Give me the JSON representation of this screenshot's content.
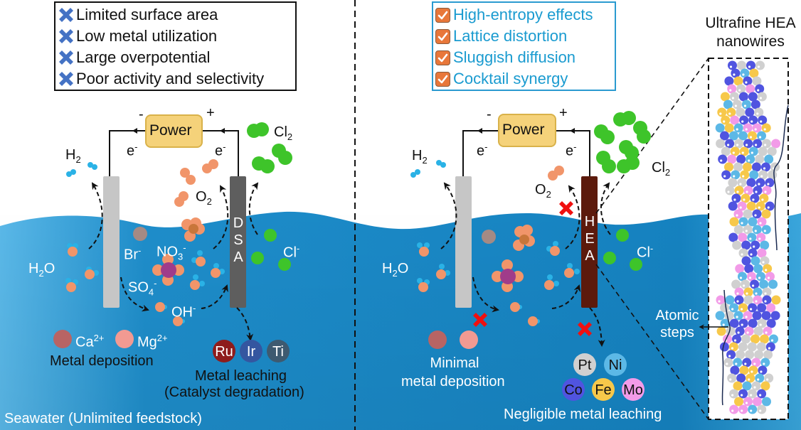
{
  "colors": {
    "water_light": "#5ab8e8",
    "water_deep": "#1582c0",
    "power_fill": "#f5d27a",
    "power_border": "#d9b24a",
    "cathode": "#c6c6c6",
    "dsa_anode": "#5e5e5e",
    "hea_anode": "#5c1a0c",
    "cl_green": "#3ec42a",
    "o_orange": "#f1956a",
    "h_blue": "#2ab2e6",
    "cross_blue": "#4472c4",
    "cross_red": "#f01010",
    "check_orange": "#e8773a",
    "positive_text": "#1a9bd0",
    "positive_border": "#2a9ad0"
  },
  "left_panel": {
    "drawbacks": [
      {
        "icon": "cross-icon",
        "text": "Limited surface area"
      },
      {
        "icon": "cross-icon",
        "text": "Low metal utilization"
      },
      {
        "icon": "cross-icon",
        "text": "Large overpotential"
      },
      {
        "icon": "cross-icon",
        "text": "Poor activity and selectivity"
      }
    ],
    "power_label": "Power",
    "minus": "-",
    "plus": "+",
    "electron": "e",
    "electron_sup": "-",
    "h2": {
      "base": "H",
      "sub": "2"
    },
    "o2": {
      "base": "O",
      "sub": "2"
    },
    "cl2": {
      "base": "Cl",
      "sub": "2"
    },
    "h2o": {
      "pre": "H",
      "sub": "2",
      "post": "O"
    },
    "br": {
      "base": "Br",
      "sup": "-"
    },
    "no3": {
      "base": "NO",
      "sub": "3",
      "sup": "-"
    },
    "so4": {
      "base": "SO",
      "sub": "4",
      "sup": "-"
    },
    "oh": {
      "base": "OH",
      "sup": "-"
    },
    "cl": {
      "base": "Cl",
      "sup": "-"
    },
    "anode_letters": [
      "D",
      "S",
      "A"
    ],
    "ca": {
      "base": "Ca",
      "sup": "2+"
    },
    "mg": {
      "base": "Mg",
      "sup": "2+"
    },
    "deposition_label": "Metal deposition",
    "leach_metals": [
      {
        "symbol": "Ru",
        "color": "#8e1c1c"
      },
      {
        "symbol": "Ir",
        "color": "#3456a0"
      },
      {
        "symbol": "Ti",
        "color": "#3e5a70"
      }
    ],
    "leach_label_1": "Metal leaching",
    "leach_label_2": "(Catalyst degradation)",
    "seawater_label": "Seawater (Unlimited feedstock)"
  },
  "right_panel": {
    "advantages": [
      {
        "icon": "checkbox-icon",
        "text": "High-entropy effects"
      },
      {
        "icon": "checkbox-icon",
        "text": "Lattice distortion"
      },
      {
        "icon": "checkbox-icon",
        "text": "Sluggish diffusion"
      },
      {
        "icon": "checkbox-icon",
        "text": "Cocktail synergy"
      }
    ],
    "power_label": "Power",
    "minus": "-",
    "plus": "+",
    "anode_letters": [
      "H",
      "E",
      "A"
    ],
    "deposition_label_1": "Minimal",
    "deposition_label_2": "metal deposition",
    "hea_metals": [
      {
        "symbol": "Pt",
        "color": "#d0d0d0"
      },
      {
        "symbol": "Ni",
        "color": "#5cb8e6"
      },
      {
        "symbol": "Co",
        "color": "#5054e0"
      },
      {
        "symbol": "Fe",
        "color": "#f7c84a"
      },
      {
        "symbol": "Mo",
        "color": "#f29be8"
      }
    ],
    "leach_label": "Negligible metal leaching",
    "nanowire_title_1": "Ultrafine HEA",
    "nanowire_title_2": "nanowires",
    "atomic_steps_1": "Atomic",
    "atomic_steps_2": "steps"
  }
}
